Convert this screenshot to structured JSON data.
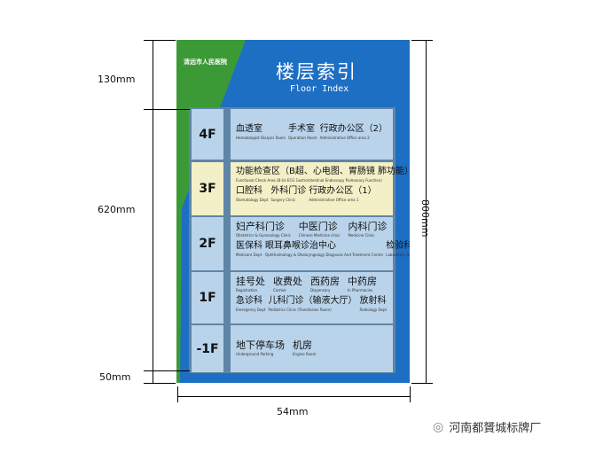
{
  "sign": {
    "hospital_logo": "清远市人民医院",
    "title": "楼层索引",
    "subtitle": "Floor Index",
    "colors": {
      "blue": "#1d6fc4",
      "green": "#3b9a35",
      "panel": "#b9d3ea",
      "highlight": "#f3efc6"
    },
    "floors": [
      {
        "floor": "4F",
        "lines": [
          [
            {
              "cn": "血透室",
              "en": "Hematologist Dialysis Room"
            },
            {
              "cn": "手术室",
              "en": "Operation Room"
            },
            {
              "cn": "行政办公区（2）",
              "en": "Administrative Office area 2"
            }
          ]
        ]
      },
      {
        "floor": "3F",
        "lines": [
          [
            {
              "cn": "功能检查区（B超、心电图、胃肠镜 肺功能）",
              "en": "Functional Check Area (B-Us ECG Gastrointestinal Endoscopy Pulmonary Function)"
            }
          ],
          [
            {
              "cn": "口腔科",
              "en": "Stomatology Dept"
            },
            {
              "cn": "外科门诊",
              "en": "Surgery Clinic"
            },
            {
              "cn": "行政办公区（1）",
              "en": "Administrative Office area 1"
            }
          ]
        ]
      },
      {
        "floor": "2F",
        "lines": [
          [
            {
              "cn": "妇产科门诊",
              "en": "Obstetrics & Gynecology Clinic"
            },
            {
              "cn": "中医门诊",
              "en": "Chinese Medicine clinic"
            },
            {
              "cn": "内科门诊",
              "en": "Medicine Clinic"
            }
          ],
          [
            {
              "cn": "医保科",
              "en": "Medicare Dept"
            },
            {
              "cn": "眼耳鼻喉诊治中心",
              "en": "Ophthalmology & Otolaryngology Diagnosis And Treatment Center"
            },
            {
              "cn": "检验科",
              "en": "Laboratory Dept"
            }
          ]
        ]
      },
      {
        "floor": "1F",
        "lines": [
          [
            {
              "cn": "挂号处",
              "en": "Registration"
            },
            {
              "cn": "收费处",
              "en": "Cashier"
            },
            {
              "cn": "西药房",
              "en": "Dispensary"
            },
            {
              "cn": "中药房",
              "en": "In Pharmacies"
            }
          ],
          [
            {
              "cn": "急诊科",
              "en": "Emergency Dept"
            },
            {
              "cn": "儿科门诊（输液大厅）",
              "en": "Pediatrics Clinic (Transfusion Room)"
            },
            {
              "cn": "放射科",
              "en": "Radiology Dept"
            }
          ]
        ]
      },
      {
        "floor": "-1F",
        "lines": [
          [
            {
              "cn": "地下停车场",
              "en": "Underground Parking"
            },
            {
              "cn": "机房",
              "en": "Engine Room"
            }
          ]
        ]
      }
    ]
  },
  "dimensions": {
    "top": "130mm",
    "middle": "620mm",
    "bottom": "50mm",
    "height": "800mm",
    "width": "54mm"
  },
  "watermark": "河南都贇城标牌厂"
}
